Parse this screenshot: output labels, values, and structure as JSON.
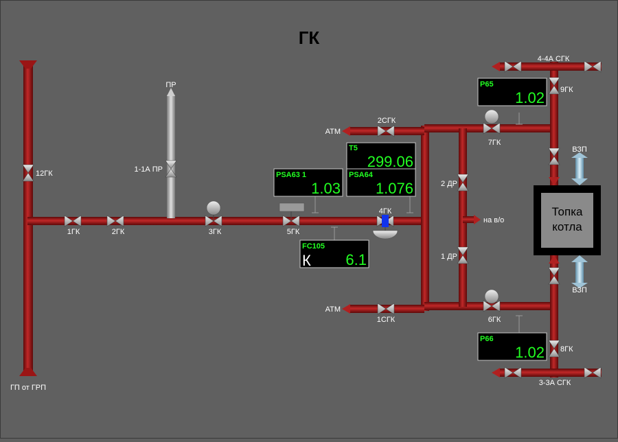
{
  "title": "ГК",
  "colors": {
    "pipe": "#8b1111",
    "pipe_hl": "#c23a3a",
    "gas_pipe": "#a8a8a8",
    "air": "#9fc3d6",
    "value": "#22ff22",
    "valve": "#cfcfcf"
  },
  "labels": {
    "source": "ГП от ГРП",
    "v12": "12ГК",
    "v1": "1ГК",
    "v2": "2ГК",
    "v3": "3ГК",
    "v5": "5ГК",
    "v4": "4ГК",
    "pr_top": "ПР",
    "pr_valve": "1-1А ПР",
    "atm_top": "АТМ",
    "atm_bottom": "АТМ",
    "v2sgk": "2СГК",
    "v1sgk": "1СГК",
    "v7": "7ГК",
    "v6": "6ГК",
    "v9": "9ГК",
    "v8": "8ГК",
    "v44a": "4-4А СГК",
    "v33a": "3-3А СГК",
    "dr2": "2 ДР",
    "dr1": "1 ДР",
    "nav0": "на в/о",
    "vzp_top": "ВЗП",
    "vzp_bottom": "ВЗП"
  },
  "furnace": {
    "line1": "Топка",
    "line2": "котла"
  },
  "panels": {
    "psa63": {
      "tag": "PSA63 1",
      "value": "1.03"
    },
    "t5": {
      "tag": "T5",
      "value": "299.06"
    },
    "psa64": {
      "tag": "PSA64",
      "value": "1.076"
    },
    "fc105": {
      "tag": "FC105",
      "mode": "К",
      "value": "6.1"
    },
    "p65": {
      "tag": "P65",
      "value": "1.02"
    },
    "p66": {
      "tag": "P66",
      "value": "1.02"
    }
  }
}
